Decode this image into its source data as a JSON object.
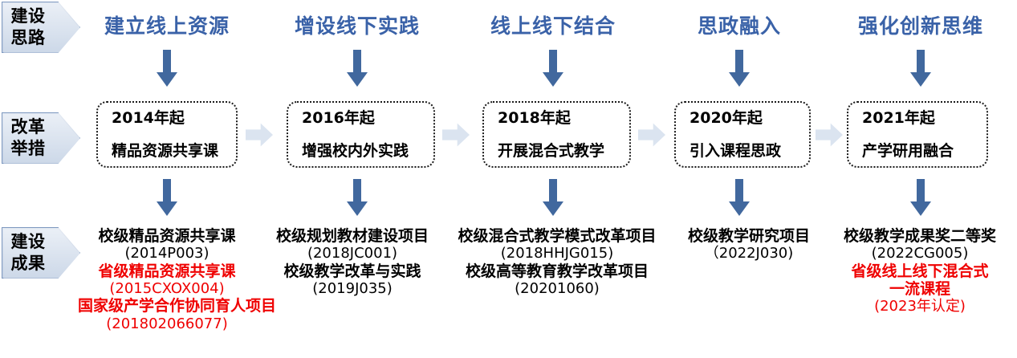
{
  "diagram": {
    "title": "课程建设思路与成果路线图",
    "colors": {
      "phase_title": "#3a62a8",
      "arrow": "#41689e",
      "chevron_fill": "#dbe4f0",
      "chevron_border": "#8fa8c8",
      "highlight_red": "#ef0000",
      "box_border": "#1b1b1b",
      "background": "#ffffff"
    }
  },
  "row_labels": [
    {
      "id": "construction-approach",
      "line1": "建设",
      "line2": "思路"
    },
    {
      "id": "reform-measures",
      "line1": "改革",
      "line2": "举措"
    },
    {
      "id": "construction-outcomes",
      "line1": "建设",
      "line2": "成果"
    }
  ],
  "columns": [
    {
      "phase_title": "建立线上资源",
      "measure": {
        "year": "2014年起",
        "action": "精品资源共享课"
      },
      "outcomes": [
        {
          "text": "校级精品资源共享课",
          "style": "title",
          "color": "black"
        },
        {
          "text": "(2014P003)",
          "style": "code",
          "color": "black"
        },
        {
          "text": "省级精品资源共享课",
          "style": "title",
          "color": "red"
        },
        {
          "text": "(2015CXOX004)",
          "style": "code",
          "color": "red"
        },
        {
          "text": "国家级产学合作协同育人项目",
          "style": "title",
          "color": "red"
        },
        {
          "text": "(201802066077)",
          "style": "code",
          "color": "red"
        }
      ]
    },
    {
      "phase_title": "增设线下实践",
      "measure": {
        "year": "2016年起",
        "action": "增强校内外实践"
      },
      "outcomes": [
        {
          "text": "校级规划教材建设项目",
          "style": "title",
          "color": "black"
        },
        {
          "text": "(2018JC001)",
          "style": "code",
          "color": "black"
        },
        {
          "text": "校级教学改革与实践",
          "style": "title",
          "color": "black"
        },
        {
          "text": "(2019J035)",
          "style": "code",
          "color": "black"
        }
      ]
    },
    {
      "phase_title": "线上线下结合",
      "measure": {
        "year": "2018年起",
        "action": "开展混合式教学"
      },
      "outcomes": [
        {
          "text": "校级混合式教学模式改革项目",
          "style": "title",
          "color": "black"
        },
        {
          "text": "(2018HHJG015)",
          "style": "code",
          "color": "black"
        },
        {
          "text": "校级高等教育教学改革项目",
          "style": "title",
          "color": "black"
        },
        {
          "text": "(20201060)",
          "style": "code",
          "color": "black"
        }
      ]
    },
    {
      "phase_title": "思政融入",
      "measure": {
        "year": "2020年起",
        "action": "引入课程思政"
      },
      "outcomes": [
        {
          "text": "校级教学研究项目",
          "style": "title",
          "color": "black"
        },
        {
          "text": "（2022J030)",
          "style": "code",
          "color": "black"
        }
      ]
    },
    {
      "phase_title": "强化创新思维",
      "measure": {
        "year": "2021年起",
        "action": "产学研用融合"
      },
      "outcomes": [
        {
          "text": "校级教学成果奖二等奖",
          "style": "title",
          "color": "black"
        },
        {
          "text": "(2022CG005)",
          "style": "code",
          "color": "black"
        },
        {
          "text": "省级线上线下混合式",
          "style": "title",
          "color": "red"
        },
        {
          "text": "一流课程",
          "style": "title",
          "color": "red"
        },
        {
          "text": "(2023年认定)",
          "style": "code",
          "color": "red"
        }
      ]
    }
  ],
  "icons": {
    "down_arrow": "down-arrow-icon",
    "right_chevron": "right-chevron-arrow-icon",
    "row_label_chevron": "pentagon-chevron-icon"
  }
}
